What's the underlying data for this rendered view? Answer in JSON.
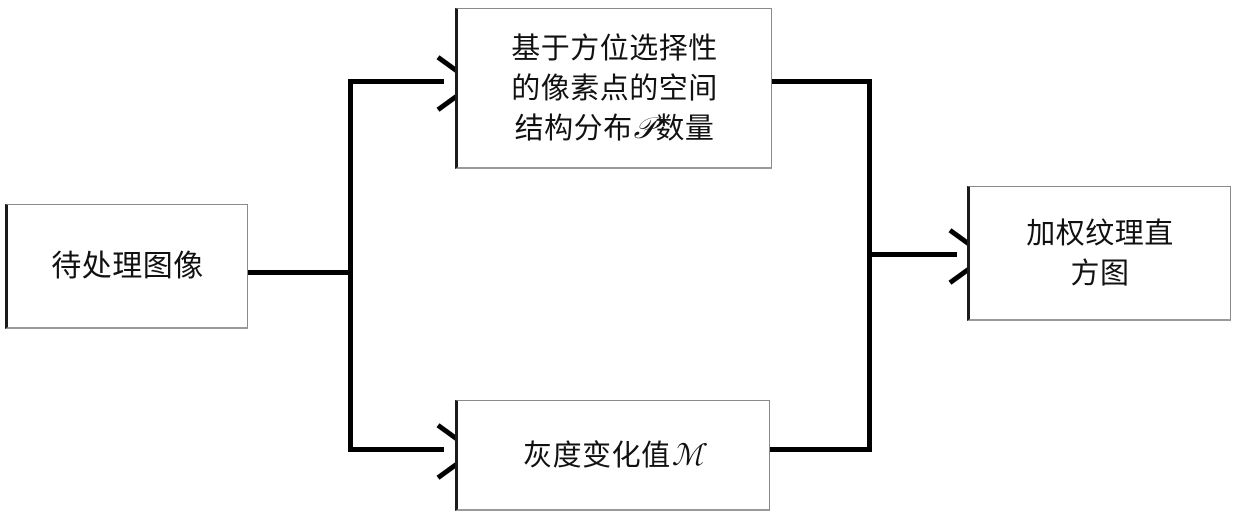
{
  "diagram": {
    "type": "flowchart",
    "orientation": "left-to-right",
    "background_color": "#ffffff",
    "line_color": "#000000",
    "box_border_color": "#8a8a8a",
    "text_color": "#111111",
    "nodes": [
      {
        "id": "input",
        "label": "待处理图像",
        "lines": [
          "待处理图像"
        ],
        "shape": "rectangle"
      },
      {
        "id": "spatial",
        "label": "基于方位选择性的像素点的空间结构分布𝒫数量",
        "lines": [
          "基于方位选择性",
          "的像素点的空间",
          "结构分布"
        ],
        "symbol": "𝒫",
        "tail": "数量",
        "shape": "rectangle"
      },
      {
        "id": "gray",
        "label": "灰度变化值ℳ",
        "lines": [
          "灰度变化值"
        ],
        "symbol": "ℳ",
        "shape": "rectangle"
      },
      {
        "id": "output",
        "label": "加权纹理直方图",
        "lines": [
          "加权纹理直",
          "方图"
        ],
        "shape": "rectangle"
      }
    ],
    "edges": [
      {
        "id": "input-to-spatial",
        "from": "input",
        "to": "spatial",
        "arrow": "open-chevron"
      },
      {
        "id": "input-to-gray",
        "from": "input",
        "to": "gray",
        "arrow": "open-chevron"
      },
      {
        "id": "spatial-to-output",
        "from": "spatial",
        "to": "output",
        "arrow": "open-chevron"
      },
      {
        "id": "gray-to-output",
        "from": "gray",
        "to": "output",
        "arrow": "open-chevron"
      }
    ]
  }
}
